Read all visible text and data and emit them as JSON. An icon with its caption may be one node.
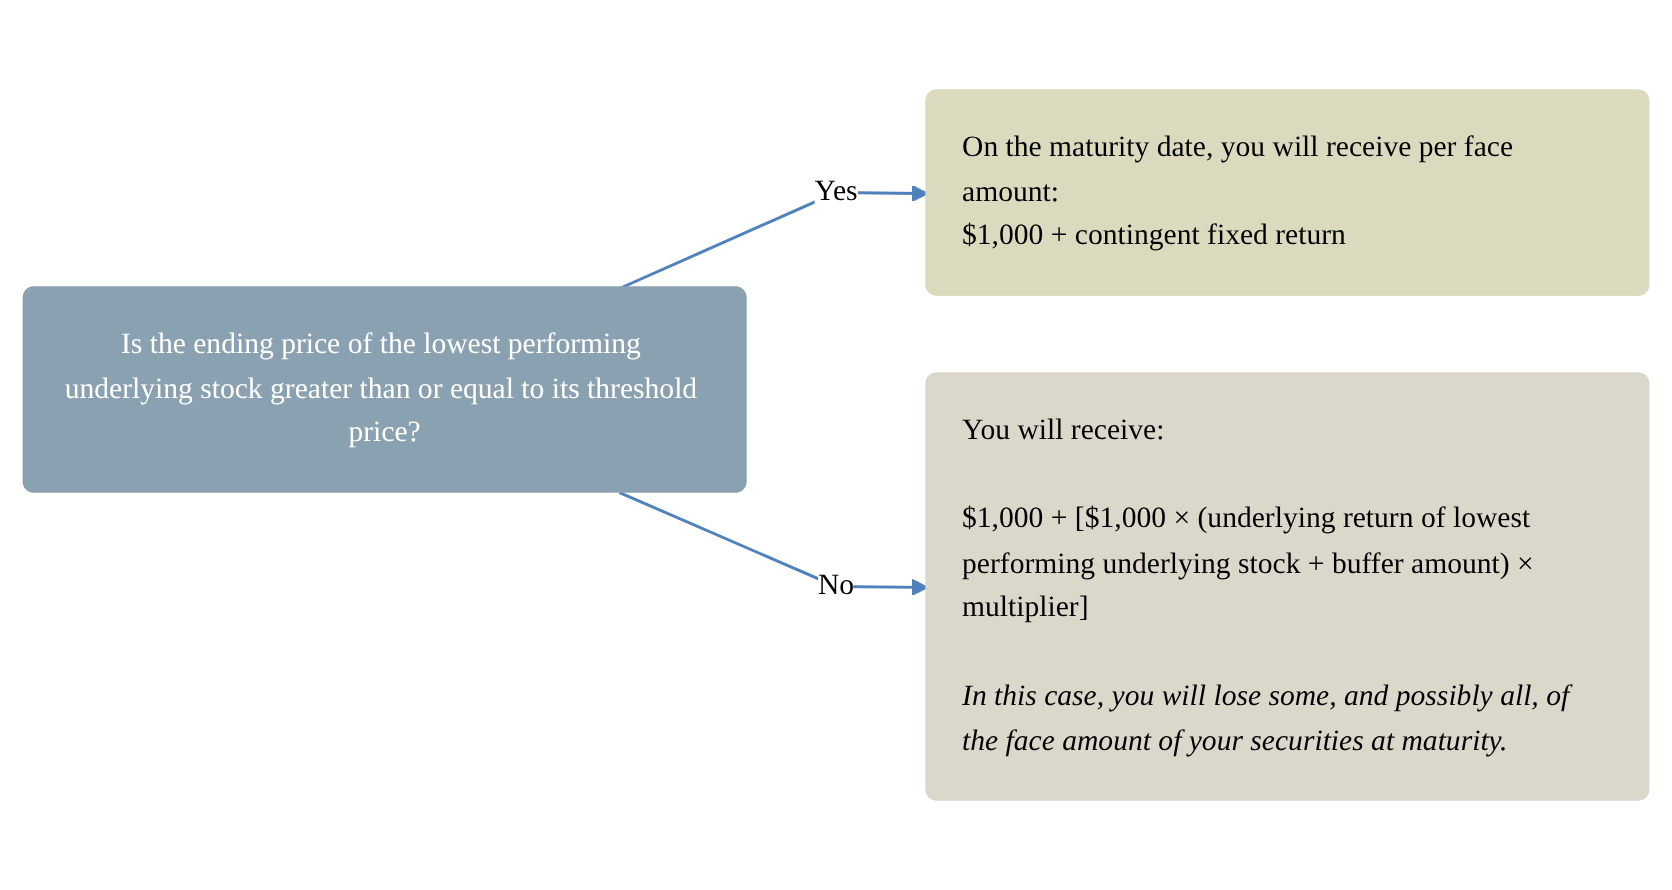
{
  "diagram": {
    "nodes": [
      {
        "text": [
          "Is the ending price of the lowest performing underlying stock greater than or equal to its threshold price?"
        ]
      },
      {
        "text": [
          "On the maturity date, you will receive per face amount:",
          "$1,000 + contingent fixed return"
        ]
      },
      {
        "text": [
          "You will receive:",
          "$1,000 + [$1,000 × (underlying return of lowest performing underlying stock + buffer amount) × multiplier]",
          "In this case, you will lose some, and possibly all, of the face amount of your securities at maturity."
        ]
      }
    ],
    "edges": [
      {
        "from": 0,
        "to": 1,
        "arrow": "to",
        "label": "Yes"
      },
      {
        "from": 0,
        "to": 2,
        "arrow": "to",
        "label": "No"
      }
    ]
  }
}
